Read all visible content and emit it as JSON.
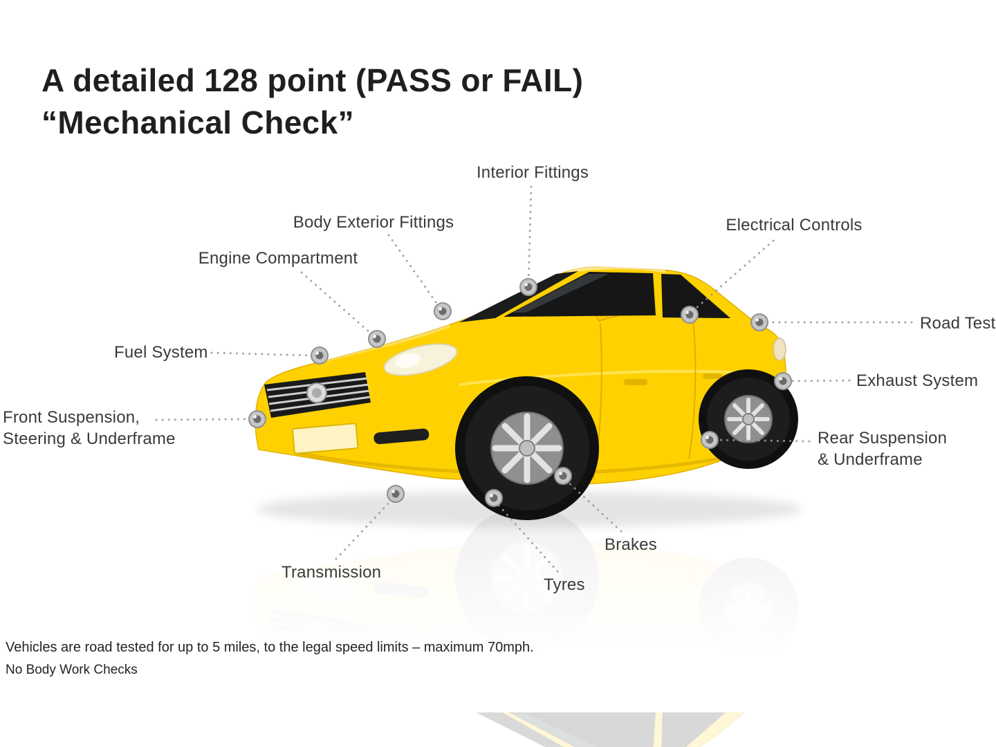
{
  "title": "A detailed 128 point (PASS or FAIL)\n“Mechanical Check”",
  "callouts": {
    "interior_fittings": "Interior Fittings",
    "body_exterior_fittings": "Body Exterior Fittings",
    "engine_compartment": "Engine Compartment",
    "electrical_controls": "Electrical Controls",
    "road_test": "Road Test",
    "fuel_system": "Fuel System",
    "exhaust_system": "Exhaust System",
    "front_suspension": "Front Suspension,\nSteering & Underframe",
    "rear_suspension": "Rear Suspension\n& Underframe",
    "brakes": "Brakes",
    "transmission": "Transmission",
    "tyres": "Tyres"
  },
  "footer": {
    "road_test_note": "Vehicles are road tested for up to 5 miles, to the legal speed limits – maximum 70mph.",
    "body_work_note": "No Body Work Checks"
  },
  "colors": {
    "car_body": "#ffd100",
    "label_text": "#3a3a3a",
    "leader_line": "#9b9b9b"
  }
}
